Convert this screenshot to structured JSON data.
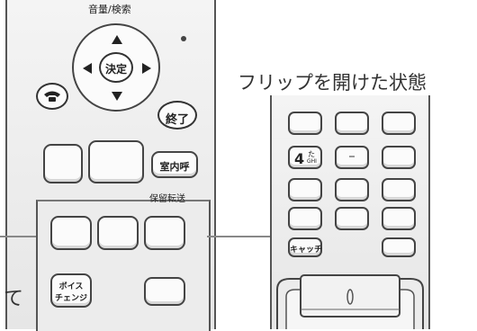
{
  "left_phone": {
    "volume_search_label": "音量/検索",
    "decide_label": "決定",
    "end_label": "終了",
    "intercom_label": "室内呼",
    "hold_transfer_label": "保留転送",
    "voice_change_label_line1": "ボイス",
    "voice_change_label_line2": "チェンジ",
    "cut_text_fragment": "て"
  },
  "right_phone": {
    "caption": "フリップを開けた状態",
    "key_4_main": "4",
    "key_4_sub_top": "た",
    "key_4_sub_bottom": "GHI",
    "catch_label": "キャッチ"
  },
  "icons": [
    "arrow-up-icon",
    "arrow-down-icon",
    "arrow-left-icon",
    "arrow-right-icon",
    "handset-icon",
    "indicator-dot-icon"
  ]
}
